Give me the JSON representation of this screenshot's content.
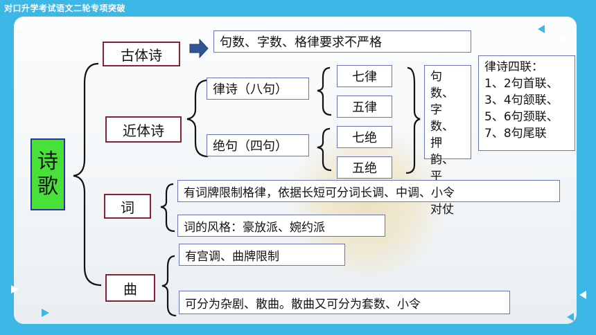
{
  "header": {
    "title": "对口升学考试语文二轮专项突破"
  },
  "root": {
    "label_line1": "诗",
    "label_line2": "歌"
  },
  "ancient": {
    "label": "古体诗",
    "desc": "句数、字数、格律要求不严格"
  },
  "modern": {
    "label": "近体诗",
    "lvshi": "律诗（八句）",
    "jueju": "绝句（四句）",
    "qilv": "七律",
    "wulv": "五律",
    "qijue": "七绝",
    "wujue": "五绝",
    "rules": [
      "句数、",
      "字数、",
      "押韵、",
      "平仄、",
      "对仗"
    ],
    "couplets": [
      "律诗四联：",
      "1、2句首联、",
      "3、4句颔联、",
      "5、6句颈联、",
      "7、8句尾联"
    ]
  },
  "ci": {
    "label": "词",
    "desc1": "有词牌限制格律，依据长短可分词长调、中调、小令",
    "desc2": "词的风格：豪放派、婉约派"
  },
  "qu": {
    "label": "曲",
    "desc1": "有宫调、曲牌限制",
    "desc2": "可分为杂剧、散曲。散曲又可分为套数、小令"
  }
}
